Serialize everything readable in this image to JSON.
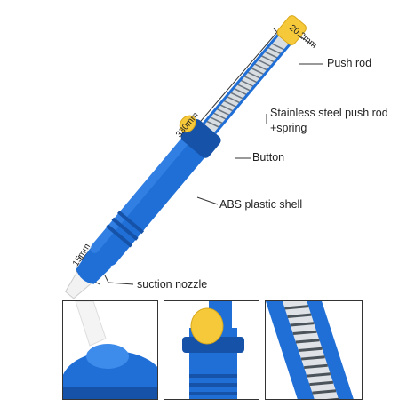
{
  "dimensions": {
    "length": "330mm",
    "tip": "20.2mm",
    "nozzle": "15mm"
  },
  "callouts": {
    "push_rod": "Push rod",
    "push_rod_spring_line1": "Stainless steel push rod",
    "push_rod_spring_line2": "+spring",
    "button": "Button",
    "shell": "ABS plastic shell",
    "nozzle": "suction nozzle"
  },
  "colors": {
    "shell_blue": "#1f6fd6",
    "shell_dark": "#1552a8",
    "cap_yellow": "#f6c93a",
    "nozzle_white": "#f2f2f2",
    "spring_silver": "#a9b0b8"
  }
}
